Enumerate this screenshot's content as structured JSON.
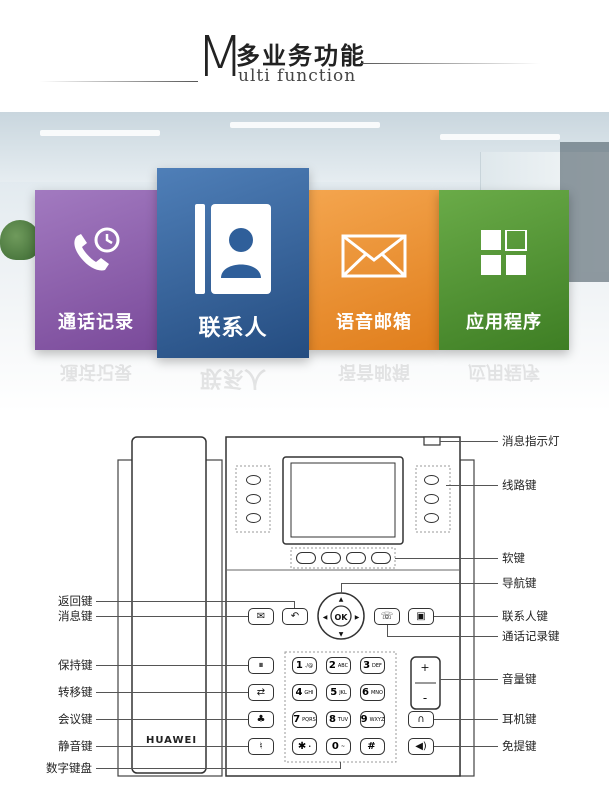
{
  "header": {
    "big_letter": "M",
    "title_cn": "多业务功能",
    "title_en": "ulti function"
  },
  "tiles": [
    {
      "label": "通话记录",
      "icon": "phone-clock-icon",
      "color": "#8a57a8"
    },
    {
      "label": "联系人",
      "icon": "contact-book-icon",
      "color": "#2f5f9a"
    },
    {
      "label": "语音邮箱",
      "icon": "envelope-icon",
      "color": "#e98b28"
    },
    {
      "label": "应用程序",
      "icon": "app-grid-icon",
      "color": "#4a8e2e"
    }
  ],
  "phone": {
    "brand": "HUAWEI",
    "keypad": [
      {
        "num": "1",
        "letters": "./@"
      },
      {
        "num": "2",
        "letters": "ABC"
      },
      {
        "num": "3",
        "letters": "DEF"
      },
      {
        "num": "4",
        "letters": "GHI"
      },
      {
        "num": "5",
        "letters": "JKL"
      },
      {
        "num": "6",
        "letters": "MNO"
      },
      {
        "num": "7",
        "letters": "PQRS"
      },
      {
        "num": "8",
        "letters": "TUV"
      },
      {
        "num": "9",
        "letters": "WXYZ"
      },
      {
        "num": "✱",
        "letters": "•"
      },
      {
        "num": "0",
        "letters": "~"
      },
      {
        "num": "#",
        "letters": ""
      }
    ],
    "nav_ok": "OK"
  },
  "callouts": {
    "message_light": "消息指示灯",
    "line_keys": "线路键",
    "soft_keys": "软键",
    "nav_keys": "导航键",
    "back_key": "返回键",
    "message_key": "消息键",
    "contacts_key": "联系人键",
    "call_log_key": "通话记录键",
    "hold_key": "保持键",
    "volume_key": "音量键",
    "transfer_key": "转移键",
    "conference_key": "会议键",
    "headset_key": "耳机键",
    "mute_key": "静音键",
    "speaker_key": "免提键",
    "dialpad": "数字键盘"
  }
}
